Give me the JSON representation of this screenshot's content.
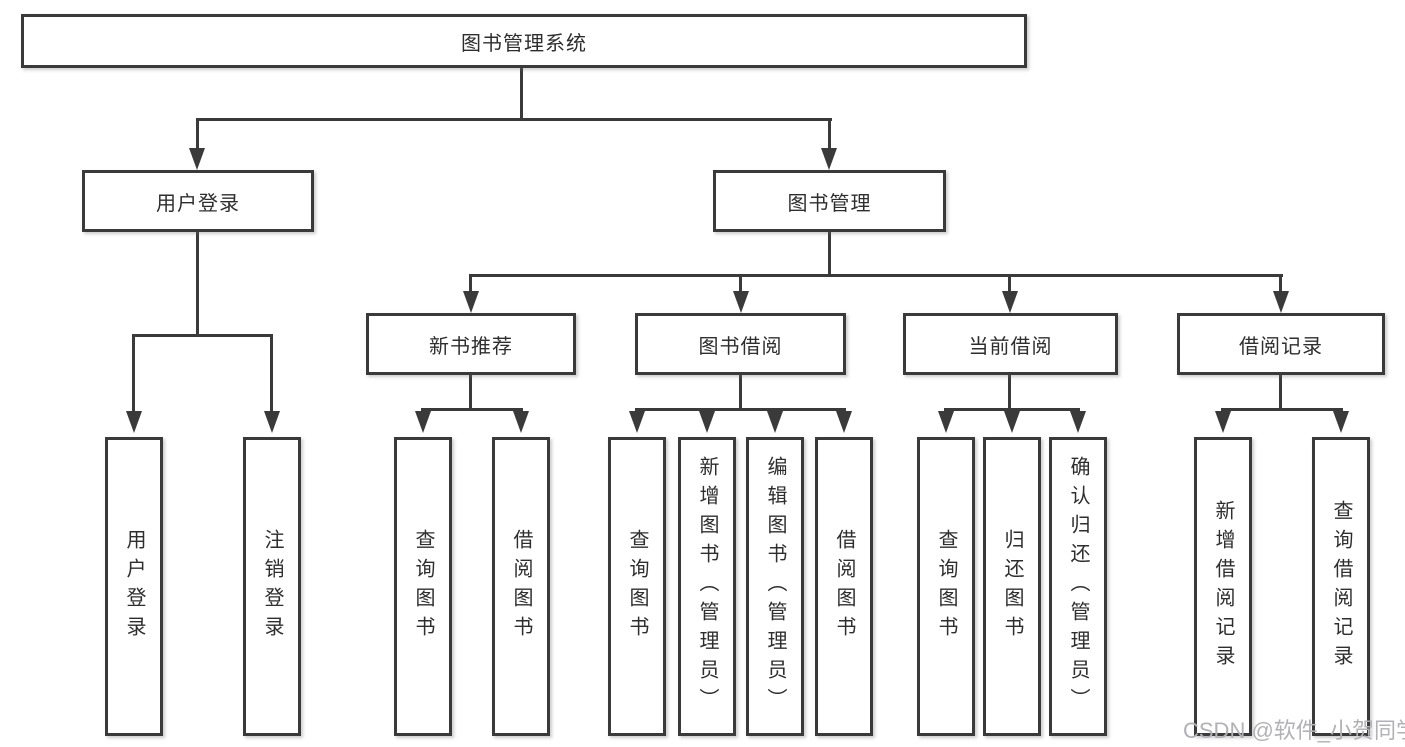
{
  "colors": {
    "line": "#3a3a3a",
    "text": "#2e2e2e",
    "watermark": "#b1b1b6",
    "background": "#ffffff"
  },
  "tree": {
    "root": {
      "label": "图书管理系统",
      "children": [
        {
          "label": "用户登录",
          "children": [
            {
              "label": "用户登录"
            },
            {
              "label": "注销登录"
            }
          ]
        },
        {
          "label": "图书管理",
          "children": [
            {
              "label": "新书推荐",
              "children": [
                {
                  "label": "查询图书"
                },
                {
                  "label": "借阅图书"
                }
              ]
            },
            {
              "label": "图书借阅",
              "children": [
                {
                  "label": "查询图书"
                },
                {
                  "label": "新增图书（管理员）"
                },
                {
                  "label": "编辑图书（管理员）"
                },
                {
                  "label": "借阅图书"
                }
              ]
            },
            {
              "label": "当前借阅",
              "children": [
                {
                  "label": "查询图书"
                },
                {
                  "label": "归还图书"
                },
                {
                  "label": "确认归还（管理员）"
                }
              ]
            },
            {
              "label": "借阅记录",
              "children": [
                {
                  "label": "新增借阅记录"
                },
                {
                  "label": "查询借阅记录"
                }
              ]
            }
          ]
        }
      ]
    }
  },
  "watermark": {
    "text": "CSDN @软件_小贺同学"
  }
}
